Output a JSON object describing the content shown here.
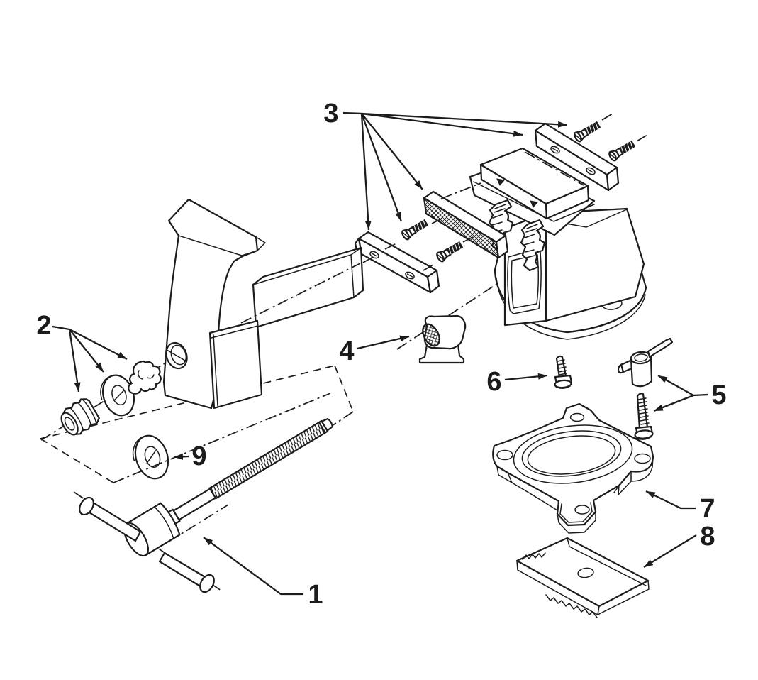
{
  "figure": {
    "type": "exploded-parts-diagram",
    "background_color": "#ffffff",
    "line_color": "#1c1c1c"
  },
  "labels": {
    "part1": "1",
    "part2": "2",
    "part3": "3",
    "part4": "4",
    "part5": "5",
    "part6": "6",
    "part7": "7",
    "part8": "8",
    "part9": "9"
  }
}
